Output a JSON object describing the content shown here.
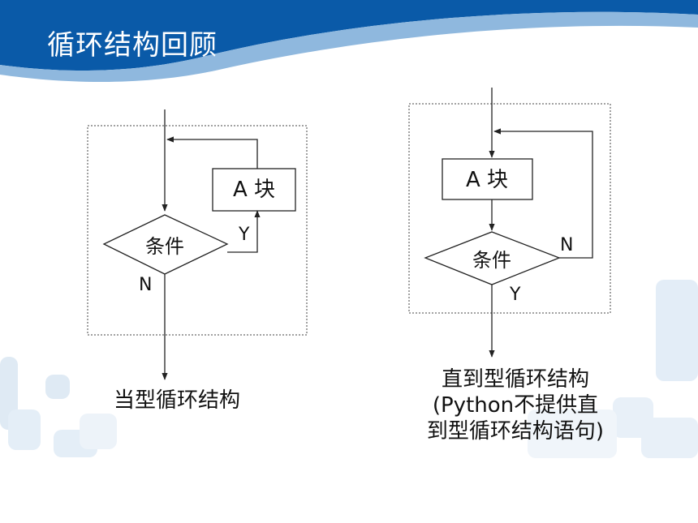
{
  "slide": {
    "title": "循环结构回顾"
  },
  "colors": {
    "banner_dark": "#0a5aa8",
    "banner_light": "#8fb8de",
    "decor": "#d8e8f5"
  },
  "left_diagram": {
    "block_label": "A 块",
    "condition_label": "条件",
    "yes_label": "Y",
    "no_label": "N",
    "caption": "当型循环结构"
  },
  "right_diagram": {
    "block_label": "A 块",
    "condition_label": "条件",
    "yes_label": "Y",
    "no_label": "N",
    "caption_line1": "直到型循环结构",
    "caption_line2": "(Python不提供直",
    "caption_line3": "到型循环结构语句)"
  }
}
